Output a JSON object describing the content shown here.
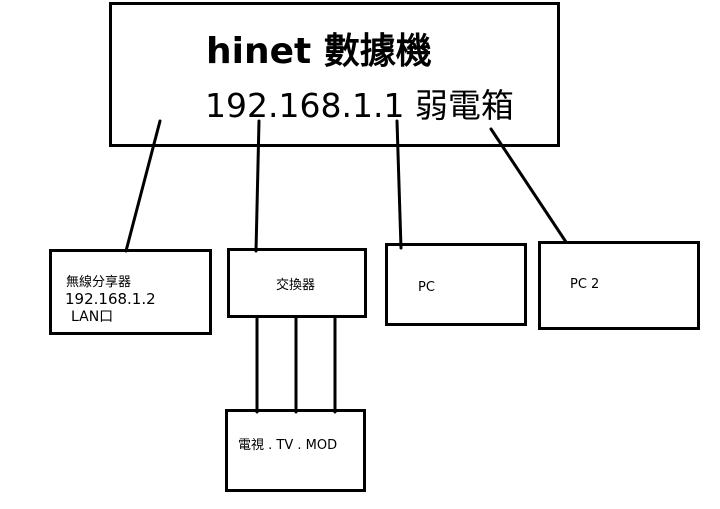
{
  "modem": {
    "title": "hinet 數據機",
    "subtitle": "192.168.1.1 弱電箱"
  },
  "router": {
    "line1": "無線分享器",
    "line2": "192.168.1.2",
    "line3": "LAN口"
  },
  "switch": {
    "label": "交換器"
  },
  "pc1": {
    "label": "PC"
  },
  "pc2": {
    "label": "PC 2"
  },
  "tv": {
    "label": "電視 . TV . MOD"
  }
}
